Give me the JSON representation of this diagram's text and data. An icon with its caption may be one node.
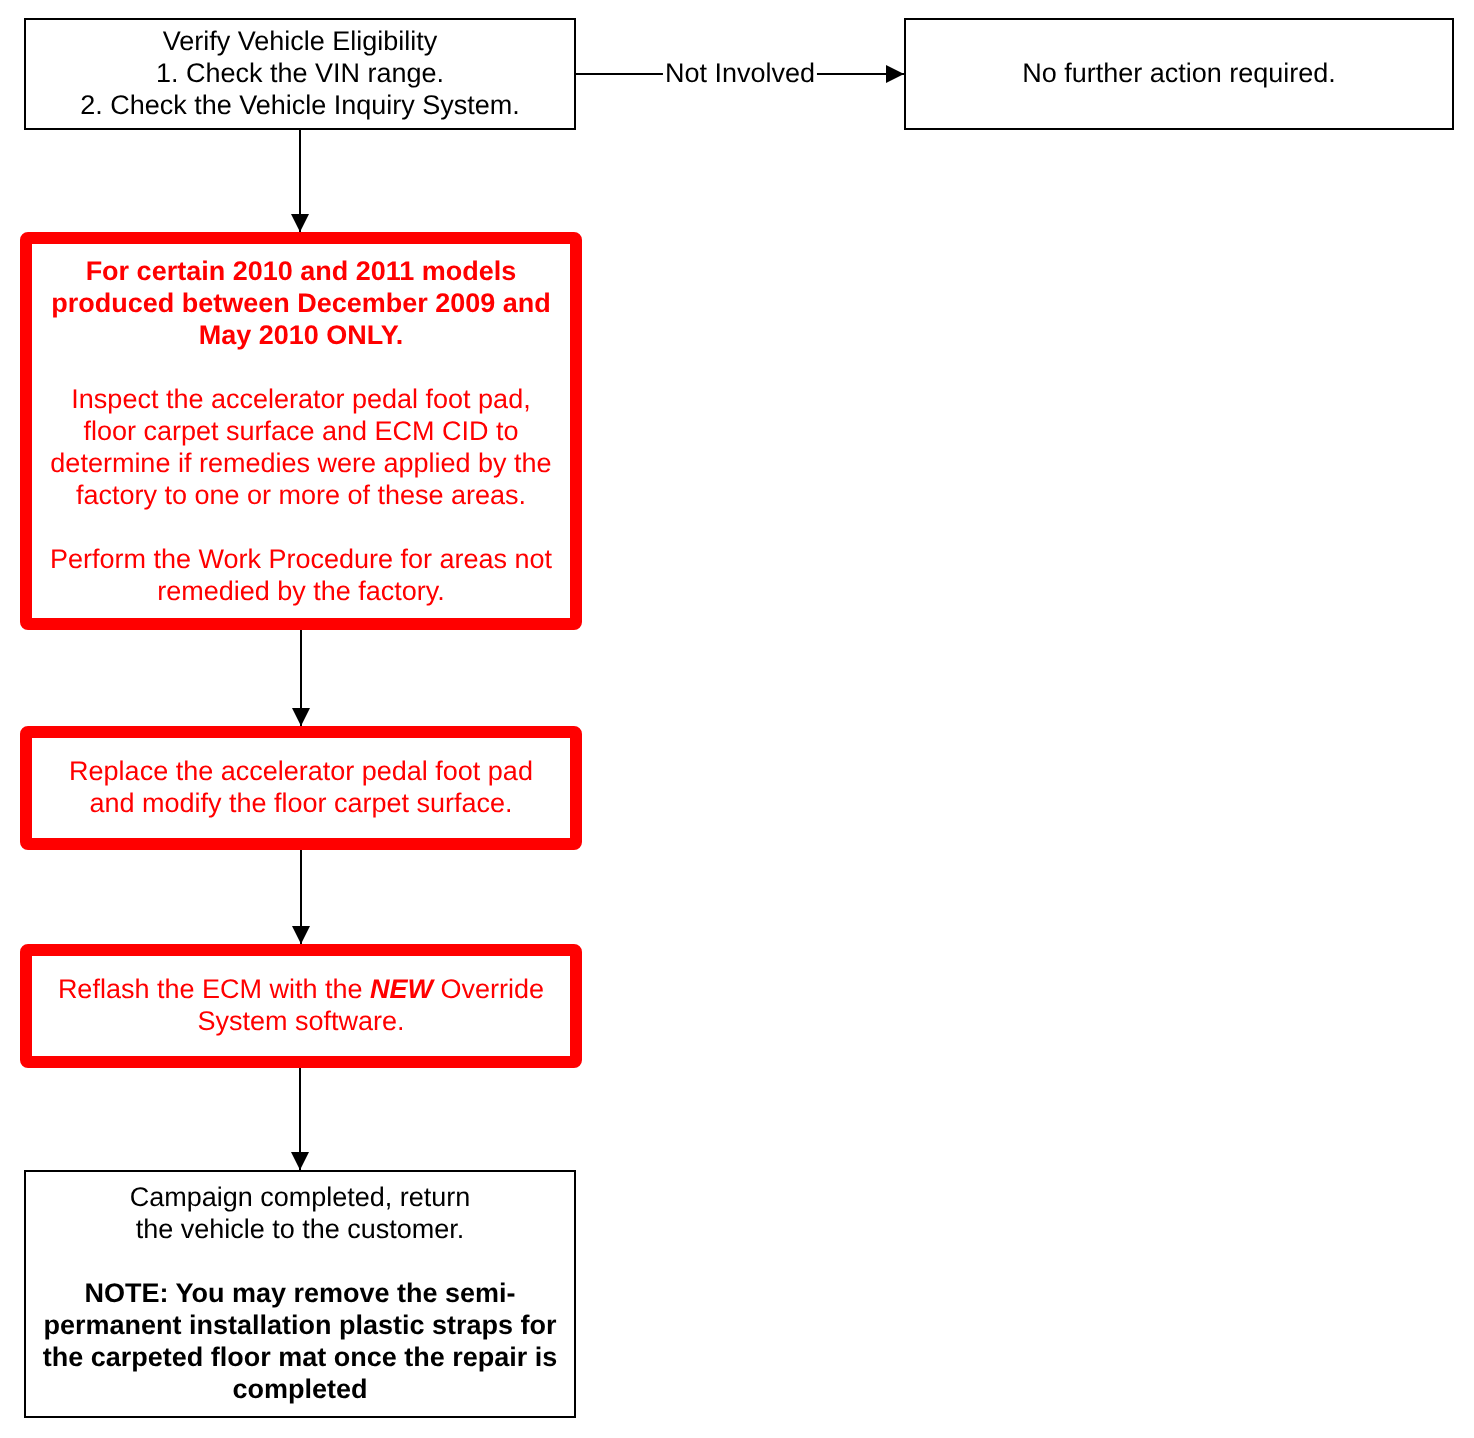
{
  "diagram": {
    "nodes": [
      {
        "text": [
          "Verify Vehicle Eligibility",
          "1. Check the VIN range.",
          "2. Check the Vehicle Inquiry System."
        ]
      },
      {
        "text": [
          "No further action required."
        ]
      },
      {
        "text": [
          "For certain 2010 and 2011 models produced between December 2009 and May 2010 ONLY.",
          "Inspect the accelerator pedal foot pad, floor carpet surface and ECM CID to determine if remedies were applied by the factory to one or more of these areas.",
          "Perform the Work Procedure for areas not remedied by the factory."
        ]
      },
      {
        "text": [
          "Replace the accelerator pedal foot pad and modify the floor carpet surface."
        ]
      },
      {
        "text": [
          "Reflash the ECM with the **NEW** Override System software."
        ]
      },
      {
        "text": [
          "Campaign completed, return the vehicle to the customer.",
          "NOTE: You may remove the semi-permanent installation plastic straps for the carpeted floor mat once the repair is completed"
        ]
      }
    ],
    "edges": [
      {
        "from": 0,
        "to": 1,
        "arrow": "to",
        "label": "Not Involved"
      },
      {
        "from": 0,
        "to": 2,
        "arrow": "to"
      },
      {
        "from": 2,
        "to": 3,
        "arrow": "to"
      },
      {
        "from": 3,
        "to": 4,
        "arrow": "to"
      },
      {
        "from": 4,
        "to": 5,
        "arrow": "to"
      }
    ]
  }
}
